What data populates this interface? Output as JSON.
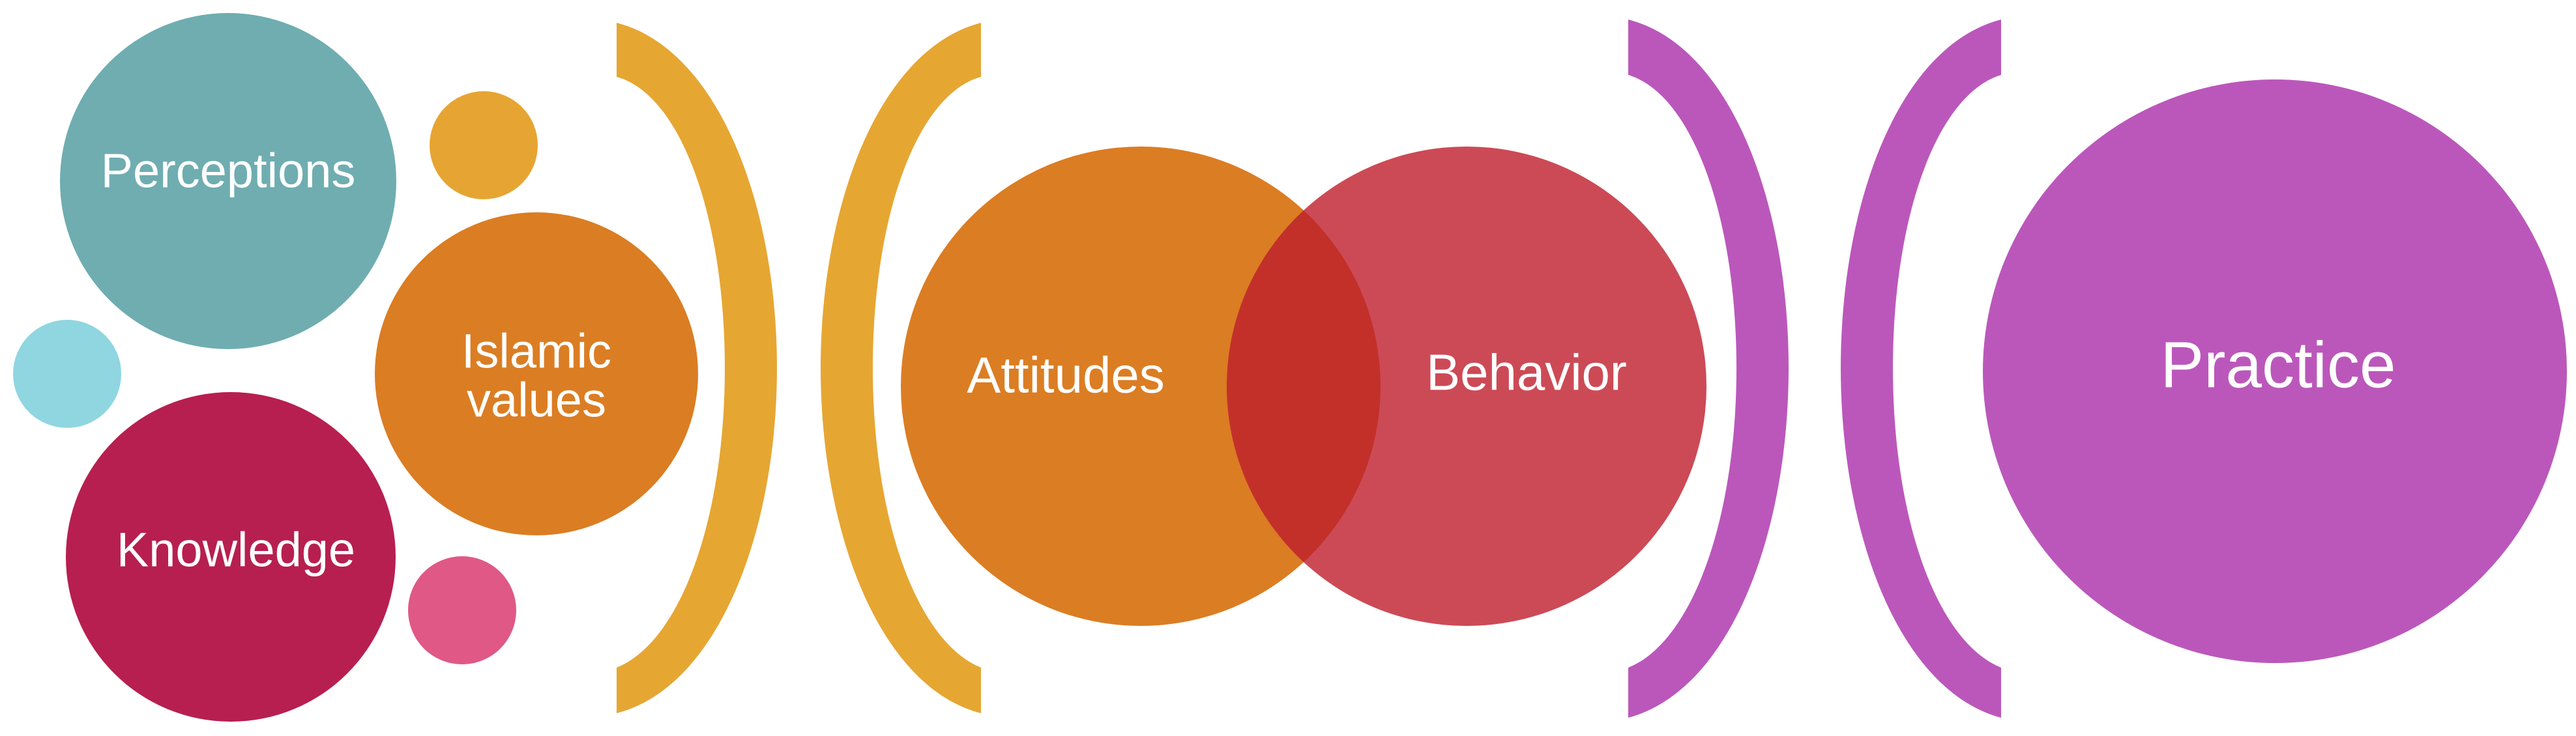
{
  "labels": {
    "perceptions": "Perceptions",
    "islamic_values_line1": "Islamic",
    "islamic_values_line2": "values",
    "knowledge": "Knowledge",
    "attitudes": "Attitudes",
    "behavior": "Behavior",
    "practice": "Practice"
  },
  "colors": {
    "perceptions": "#6FADB0",
    "small_cyan": "#8FD6E1",
    "small_gold": "#E6A532",
    "islamic_values": "#DB7D23",
    "knowledge": "#B71F50",
    "small_pink": "#E05886",
    "bracket_gold": "#E6A632",
    "attitudes": "#DB7D23",
    "behavior": "#CC4A55",
    "overlap": "#C3302A",
    "bracket_purple": "#BB57BB",
    "practice": "#BB57BB",
    "text": "#FFFFFF"
  }
}
